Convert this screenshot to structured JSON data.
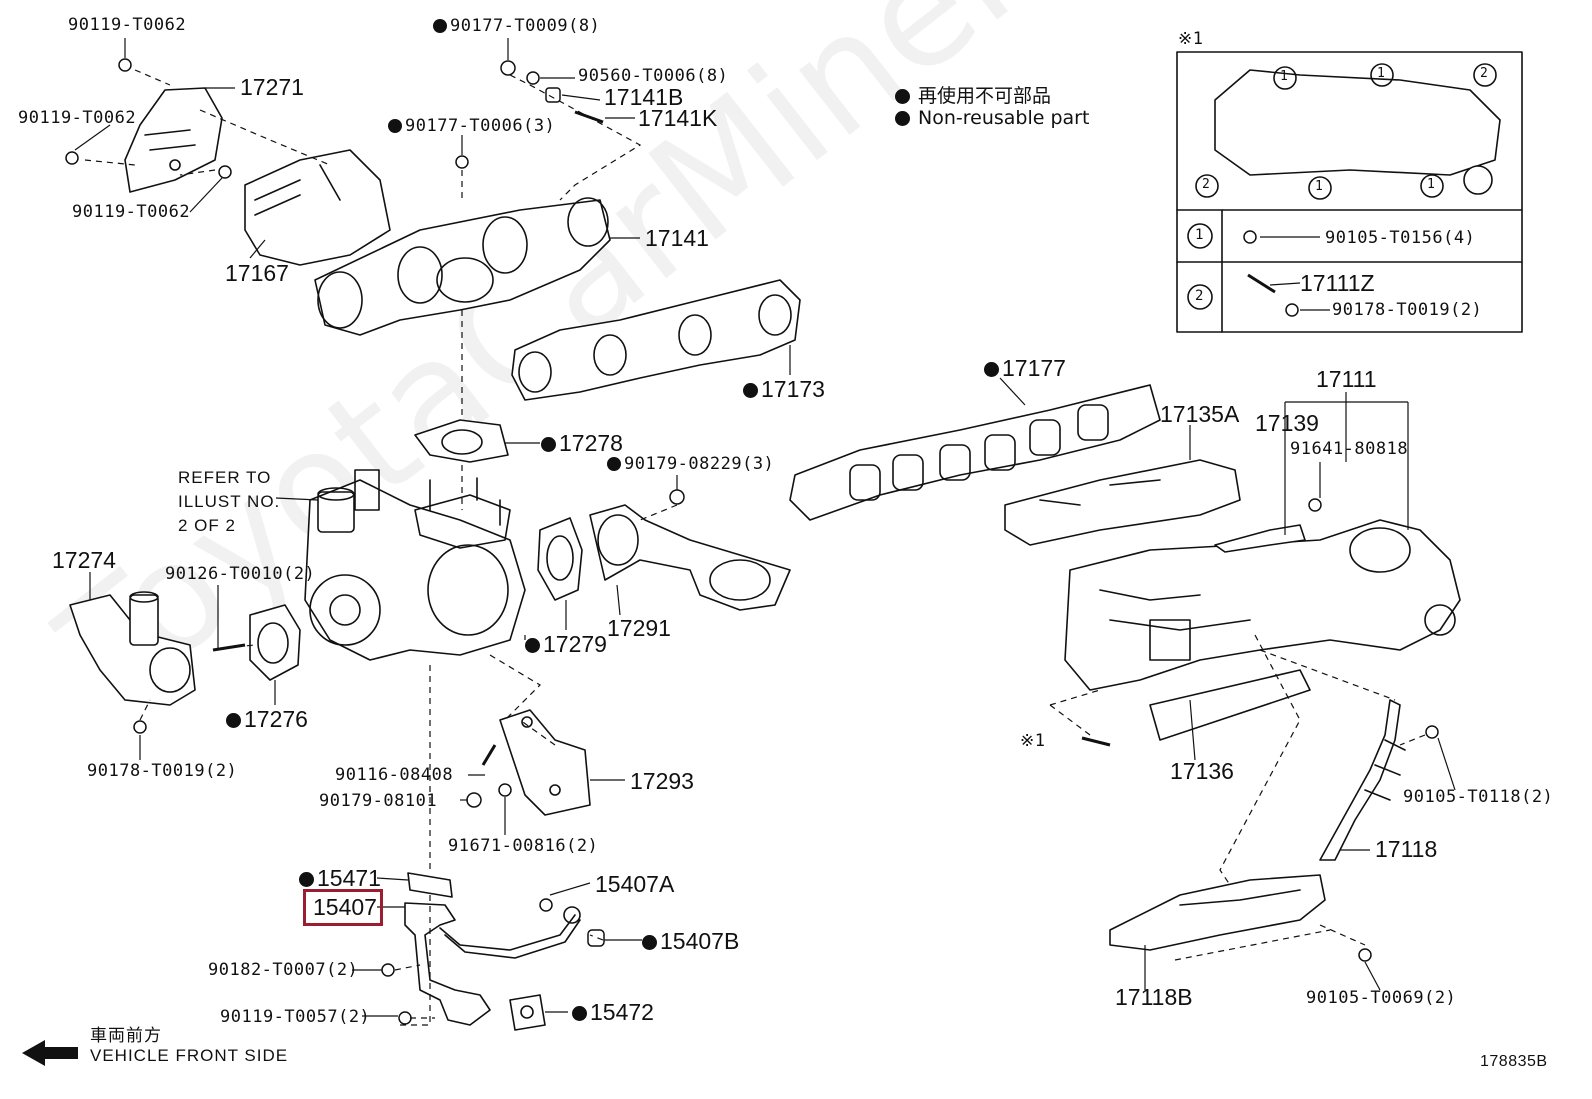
{
  "diagram": {
    "drawing_number": "178835B",
    "watermark": "ToyotaCarMiner",
    "legend": {
      "jp": "再使用不可部品",
      "en": "Non-reusable part"
    },
    "front_note": {
      "jp": "車両前方",
      "en": "VEHICLE FRONT SIDE"
    },
    "reference_note": [
      "REFER TO",
      "ILLUST NO.",
      "2 OF 2"
    ],
    "inset": {
      "mark": "※1",
      "circle_1": "1",
      "circle_2": "2",
      "row1_part": "90105-T0156(4)",
      "row2_part_a": "17111Z",
      "row2_part_b": "90178-T0019(2)"
    },
    "highlighted_part": "15407",
    "parts": {
      "p90119_T0062_a": "90119-T0062",
      "p90119_T0062_b": "90119-T0062",
      "p90119_T0062_c": "90119-T0062",
      "p17271": "17271",
      "p17167": "17167",
      "p90177_T0009": "90177-T0009(8)",
      "p90560_T0006": "90560-T0006(8)",
      "p17141B": "17141B",
      "p17141K": "17141K",
      "p90177_T0006": "90177-T0006(3)",
      "p17141": "17141",
      "p17173": "17173",
      "p17278": "17278",
      "p90179_08229": "90179-08229(3)",
      "p17274": "17274",
      "p90126_T0010": "90126-T0010(2)",
      "p17276": "17276",
      "p17279": "17279",
      "p17291": "17291",
      "p90178_T0019": "90178-T0019(2)",
      "p90116_08408": "90116-08408",
      "p90179_08101": "90179-08101",
      "p17293": "17293",
      "p91671_00816": "91671-00816(2)",
      "p15471": "15471",
      "p15407": "15407",
      "p15407A": "15407A",
      "p15407B": "15407B",
      "p90182_T0007": "90182-T0007(2)",
      "p90119_T0057": "90119-T0057(2)",
      "p15472": "15472",
      "p17177": "17177",
      "p17135A": "17135A",
      "p17111": "17111",
      "p17139": "17139",
      "p91641_80818": "91641-80818",
      "p17136": "17136",
      "p90105_T0118": "90105-T0118(2)",
      "p17118": "17118",
      "p17118B": "17118B",
      "p90105_T0069": "90105-T0069(2)",
      "stud_mark": "※1"
    }
  }
}
